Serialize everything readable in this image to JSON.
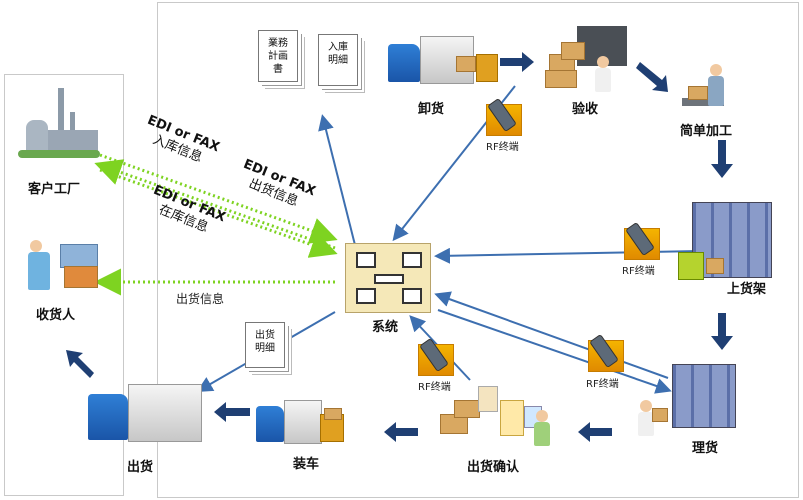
{
  "documents": {
    "plan": "業務\n計画\n書",
    "receipt_detail": "入庫\n明細",
    "shipping_detail": "出货\n明细"
  },
  "nodes": {
    "customer_factory": "客户工厂",
    "consignee": "收货人",
    "unloading": "卸货",
    "inspection": "验收",
    "simple_processing": "简单加工",
    "shelving": "上货架",
    "picking": "理货",
    "shipping_confirm": "出货确认",
    "loading": "装车",
    "shipping": "出货",
    "system": "系统"
  },
  "edi_labels": [
    {
      "line1": "EDI or FAX",
      "line2": "入库信息"
    },
    {
      "line1": "EDI or FAX",
      "line2": "出货信息"
    },
    {
      "line1": "EDI or FAX",
      "line2": "在库信息"
    }
  ],
  "shipping_info": "出货信息",
  "rf_terminal": "RF终端",
  "colors": {
    "flow_arrow": "#1f3f73",
    "info_line": "#3d6fb0",
    "edi_dotted": "#7ed321",
    "frame": "#c9c9c9"
  }
}
